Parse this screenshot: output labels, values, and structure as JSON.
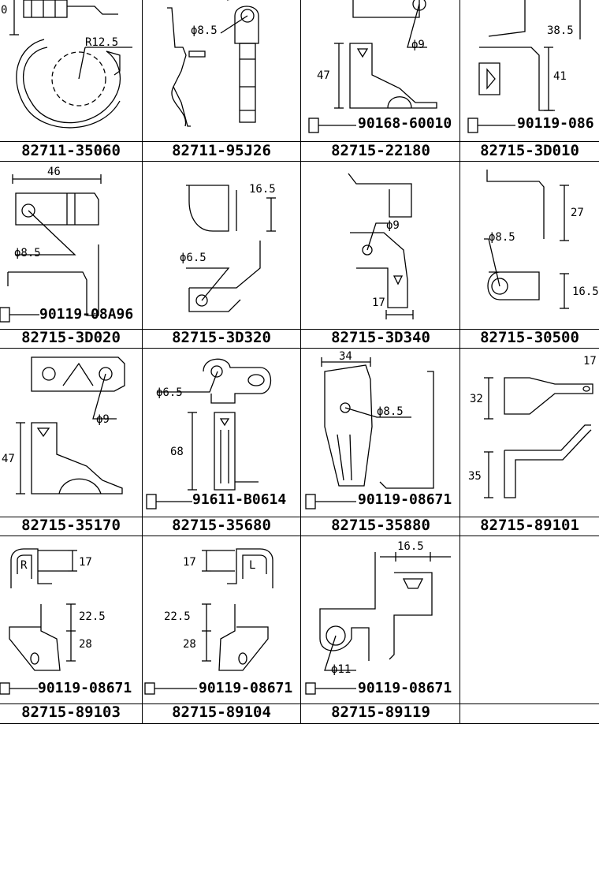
{
  "rows": [
    {
      "cells": [
        {
          "part": "82711-35060",
          "dims": [
            "0",
            "R12.5"
          ],
          "bolt": ""
        },
        {
          "part": "82711-95J26",
          "dims": [
            "ϕ8.5"
          ],
          "bolt": ""
        },
        {
          "part": "82715-22180",
          "dims": [
            "ϕ9",
            "47"
          ],
          "bolt": "90168-60010"
        },
        {
          "part": "82715-3D010",
          "dims": [
            "38.5",
            "41"
          ],
          "bolt": "90119-086"
        }
      ]
    },
    {
      "cells": [
        {
          "part": "82715-3D020",
          "dims": [
            "46",
            "ϕ8.5"
          ],
          "bolt": "90119-08A96"
        },
        {
          "part": "82715-3D320",
          "dims": [
            "16.5",
            "ϕ6.5"
          ],
          "bolt": ""
        },
        {
          "part": "82715-3D340",
          "dims": [
            "ϕ9",
            "17"
          ],
          "bolt": ""
        },
        {
          "part": "82715-30500",
          "dims": [
            "27",
            "ϕ8.5",
            "16.5"
          ],
          "bolt": ""
        }
      ]
    },
    {
      "cells": [
        {
          "part": "82715-35170",
          "dims": [
            "ϕ9",
            "47"
          ],
          "bolt": ""
        },
        {
          "part": "82715-35680",
          "dims": [
            "ϕ6.5",
            "68"
          ],
          "bolt": "91611-B0614"
        },
        {
          "part": "82715-35880",
          "dims": [
            "34",
            "ϕ8.5"
          ],
          "bolt": "90119-08671"
        },
        {
          "part": "82715-89101",
          "dims": [
            "17",
            "32",
            "35"
          ],
          "bolt": ""
        }
      ]
    },
    {
      "cells": [
        {
          "part": "82715-89103",
          "dims": [
            "R",
            "17",
            "22.5",
            "28"
          ],
          "bolt": "90119-08671"
        },
        {
          "part": "82715-89104",
          "dims": [
            "17",
            "L",
            "22.5",
            "28"
          ],
          "bolt": "90119-08671"
        },
        {
          "part": "82715-89119",
          "dims": [
            "16.5",
            "ϕ11"
          ],
          "bolt": "90119-08671"
        },
        {
          "part": "",
          "dims": [],
          "bolt": ""
        }
      ]
    }
  ]
}
